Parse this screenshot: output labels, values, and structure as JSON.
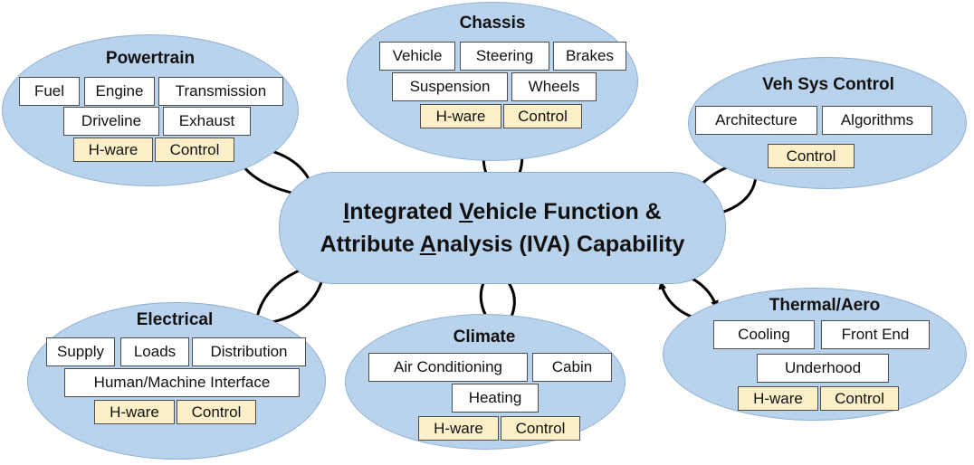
{
  "diagram": {
    "central": {
      "line1": [
        {
          "text": "I",
          "u": true
        },
        {
          "text": "ntegrated ",
          "u": false
        },
        {
          "text": "V",
          "u": true
        },
        {
          "text": "ehicle Function &",
          "u": false
        }
      ],
      "line2": [
        {
          "text": "Attribute ",
          "u": false
        },
        {
          "text": "A",
          "u": true
        },
        {
          "text": "nalysis (IVA) Capability",
          "u": false
        }
      ]
    },
    "groups": {
      "powertrain": {
        "title": "Powertrain",
        "boxes": [
          "Fuel",
          "Engine",
          "Transmission",
          "Driveline",
          "Exhaust",
          "H-ware",
          "Control"
        ]
      },
      "chassis": {
        "title": "Chassis",
        "boxes": [
          "Vehicle",
          "Steering",
          "Brakes",
          "Suspension",
          "Wheels",
          "H-ware",
          "Control"
        ]
      },
      "veh_sys_control": {
        "title": "Veh Sys Control",
        "boxes": [
          "Architecture",
          "Algorithms",
          "Control"
        ]
      },
      "electrical": {
        "title": "Electrical",
        "boxes": [
          "Supply",
          "Loads",
          "Distribution",
          "Human/Machine Interface",
          "H-ware",
          "Control"
        ]
      },
      "climate": {
        "title": "Climate",
        "boxes": [
          "Air Conditioning",
          "Cabin",
          "Heating",
          "H-ware",
          "Control"
        ]
      },
      "thermal_aero": {
        "title": "Thermal/Aero",
        "boxes": [
          "Cooling",
          "Front End",
          "Underhood",
          "H-ware",
          "Control"
        ]
      }
    },
    "colors": {
      "ellipse_fill": "#bad3ec",
      "ellipse_border": "#8fb1d6",
      "box_fill": "#ffffff",
      "accent_box_fill": "#fdf0c8",
      "arrow": "#000000"
    }
  }
}
